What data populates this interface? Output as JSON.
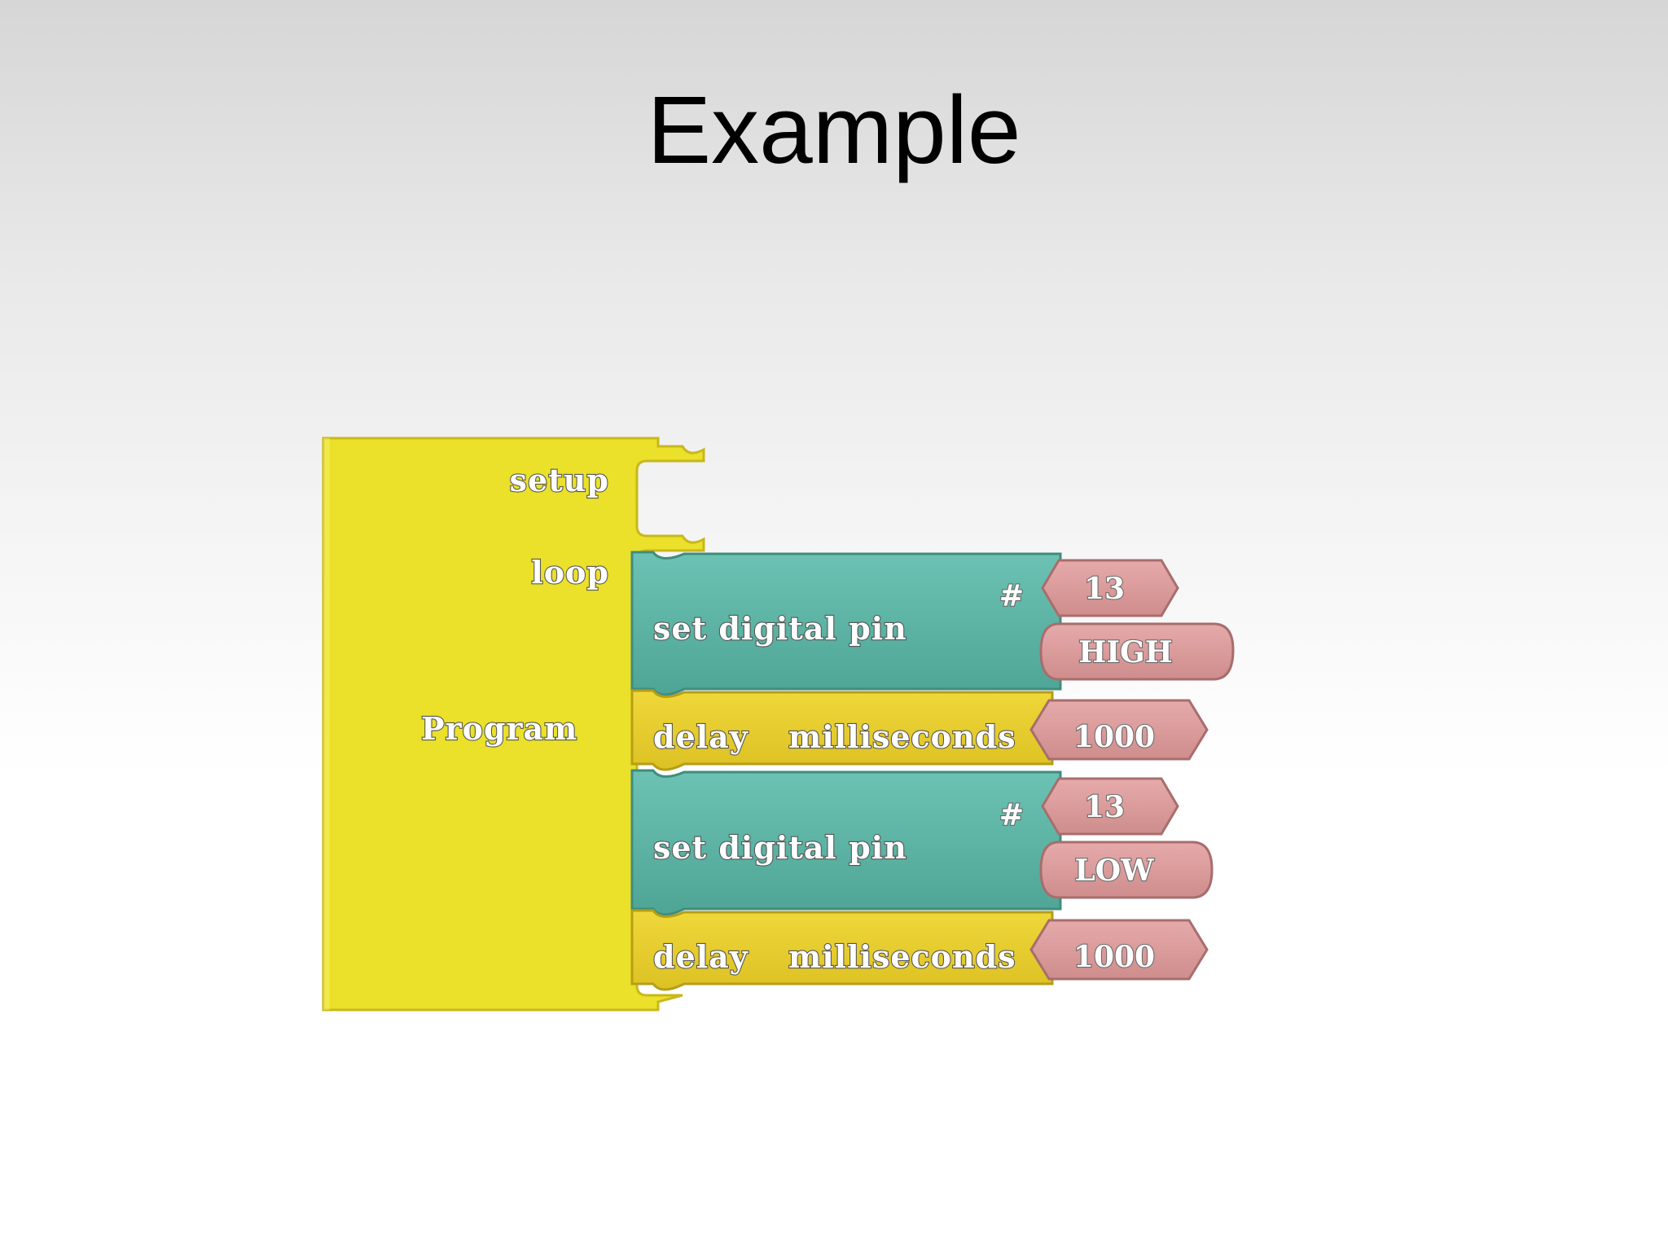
{
  "slide": {
    "title": "Example"
  },
  "program_block": {
    "label": "Program",
    "setup_label": "setup",
    "loop_label": "loop",
    "color": "#ebe02a"
  },
  "loop_blocks": [
    {
      "type": "set_digital_pin",
      "label": "set digital pin",
      "pin_marker": "#",
      "pin_value": "13",
      "state_value": "HIGH",
      "color": "#5bb3a4"
    },
    {
      "type": "delay",
      "label_word1": "delay",
      "label_word2": "milliseconds",
      "value": "1000",
      "color": "#e8cf2a"
    },
    {
      "type": "set_digital_pin",
      "label": "set digital pin",
      "pin_marker": "#",
      "pin_value": "13",
      "state_value": "LOW",
      "color": "#5bb3a4"
    },
    {
      "type": "delay",
      "label_word1": "delay",
      "label_word2": "milliseconds",
      "value": "1000",
      "color": "#e8cf2a"
    }
  ],
  "value_color": "#d99b9b"
}
